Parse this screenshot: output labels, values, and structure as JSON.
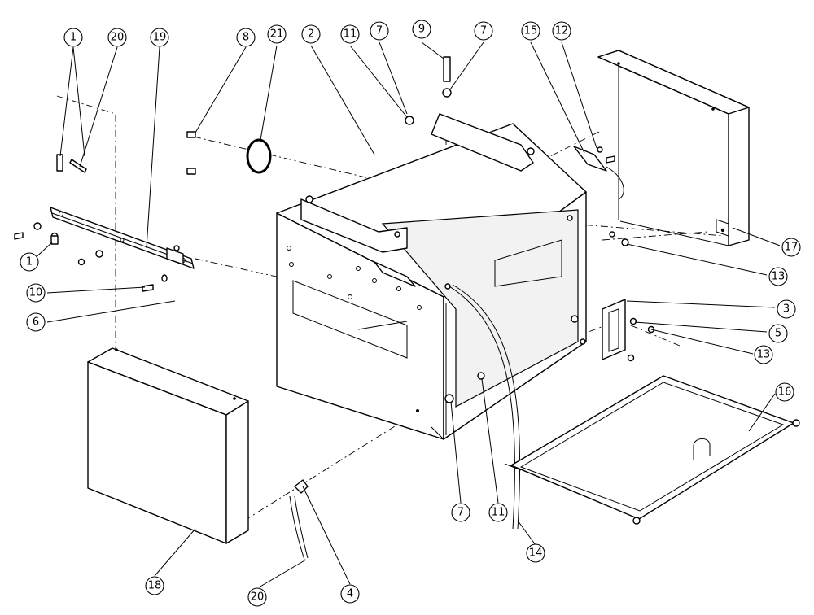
{
  "callouts": [
    {
      "id": "c1a",
      "label": "1"
    },
    {
      "id": "c20a",
      "label": "20"
    },
    {
      "id": "c19",
      "label": "19"
    },
    {
      "id": "c8",
      "label": "8"
    },
    {
      "id": "c21",
      "label": "21"
    },
    {
      "id": "c2",
      "label": "2"
    },
    {
      "id": "c11a",
      "label": "11"
    },
    {
      "id": "c7a",
      "label": "7"
    },
    {
      "id": "c9",
      "label": "9"
    },
    {
      "id": "c7b",
      "label": "7"
    },
    {
      "id": "c15",
      "label": "15"
    },
    {
      "id": "c12",
      "label": "12"
    },
    {
      "id": "c1b",
      "label": "1"
    },
    {
      "id": "c10",
      "label": "10"
    },
    {
      "id": "c6",
      "label": "6"
    },
    {
      "id": "c17",
      "label": "17"
    },
    {
      "id": "c13a",
      "label": "13"
    },
    {
      "id": "c3",
      "label": "3"
    },
    {
      "id": "c5",
      "label": "5"
    },
    {
      "id": "c13b",
      "label": "13"
    },
    {
      "id": "c16",
      "label": "16"
    },
    {
      "id": "c7c",
      "label": "7"
    },
    {
      "id": "c11b",
      "label": "11"
    },
    {
      "id": "c14",
      "label": "14"
    },
    {
      "id": "c4",
      "label": "4"
    },
    {
      "id": "c20b",
      "label": "20"
    },
    {
      "id": "c18",
      "label": "18"
    }
  ]
}
